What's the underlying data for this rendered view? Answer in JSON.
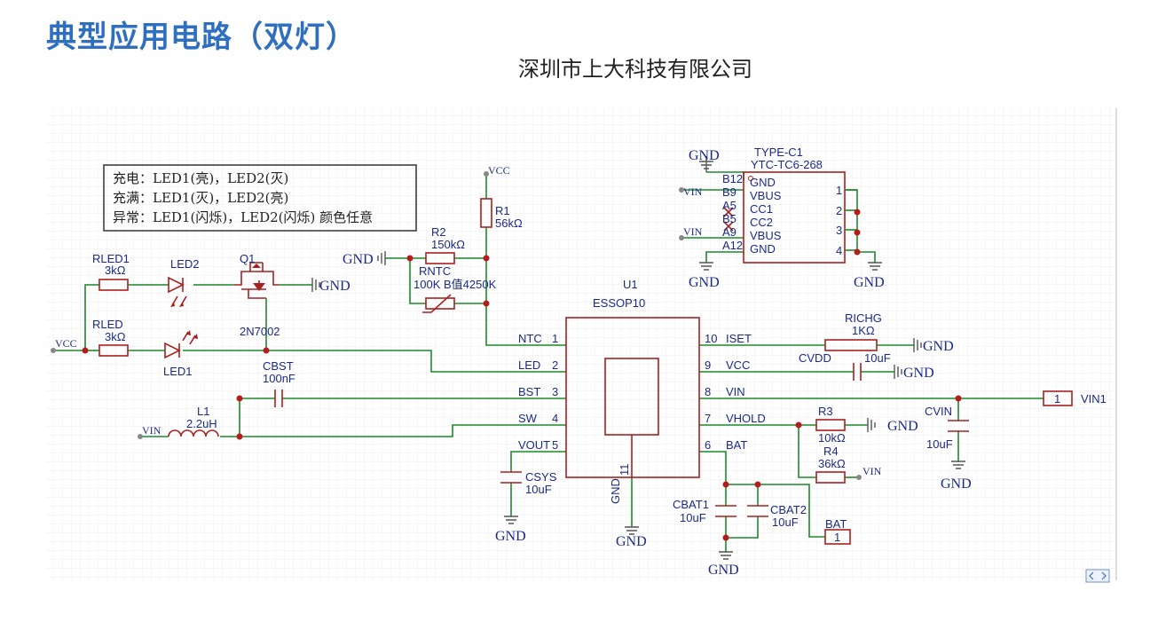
{
  "title": "典型应用电路（双灯）",
  "company": "深圳市上大科技有限公司",
  "note": {
    "line1": "充电：LED1(亮)，LED2(灭)",
    "line2": "充满：LED1(灭)，LED2(亮)",
    "line3": "异常：LED1(闪烁)，LED2(闪烁) 颜色任意"
  },
  "labels": {
    "vcc": "VCC",
    "gnd": "GND",
    "vin": "VIN",
    "rled1": "RLED1",
    "rled1_val": "3kΩ",
    "rled": "RLED",
    "rled_val": "3kΩ",
    "led2": "LED2",
    "led1": "LED1",
    "q1": "Q1",
    "q1_part": "2N7002",
    "r1": "R1",
    "r1_val": "56kΩ",
    "r2": "R2",
    "r2_val": "150kΩ",
    "rntc": "RNTC",
    "rntc_val": "100K B值4250K",
    "cbst": "CBST",
    "cbst_val": "100nF",
    "l1": "L1",
    "l1_val": "2.2uH",
    "u1": "U1",
    "u1_part": "ESSOP10",
    "csys": "CSYS",
    "csys_val": "10uF",
    "richg": "RICHG",
    "richg_val": "1KΩ",
    "cvdd": "CVDD",
    "cvdd_val": "10uF",
    "r3": "R3",
    "r3_val": "10kΩ",
    "r4": "R4",
    "r4_val": "36kΩ",
    "cvin": "CVIN",
    "cvin_val": "10uF",
    "cbat1": "CBAT1",
    "cbat1_val": "10uF",
    "cbat2": "CBAT2",
    "cbat2_val": "10uF",
    "bat": "BAT",
    "vin1": "VIN1",
    "one": "1",
    "typec": "TYPE-C1",
    "typec_part": "YTC-TC6-268"
  },
  "u1_pins_left": [
    {
      "num": "1",
      "name": "NTC"
    },
    {
      "num": "2",
      "name": "LED"
    },
    {
      "num": "3",
      "name": "BST"
    },
    {
      "num": "4",
      "name": "SW"
    },
    {
      "num": "5",
      "name": "VOUT"
    }
  ],
  "u1_pins_right": [
    {
      "num": "10",
      "name": "ISET"
    },
    {
      "num": "9",
      "name": "VCC"
    },
    {
      "num": "8",
      "name": "VIN"
    },
    {
      "num": "7",
      "name": "VHOLD"
    },
    {
      "num": "6",
      "name": "BAT"
    }
  ],
  "u1_pin_bottom": {
    "num": "11",
    "name": "GND"
  },
  "typec_pins": [
    {
      "pad": "B12",
      "name": "GND",
      "num": "1"
    },
    {
      "pad": "B9",
      "name": "VBUS",
      "num": "2"
    },
    {
      "pad": "A5",
      "name": "CC1",
      "num": "3"
    },
    {
      "pad": "B5",
      "name": "CC2",
      "num": "4"
    },
    {
      "pad": "A9",
      "name": "VBUS",
      "num": ""
    },
    {
      "pad": "A12",
      "name": "GND",
      "num": ""
    }
  ],
  "colors": {
    "wire": "#1d8a2a",
    "component": "#a82020",
    "text": "#1a2a8a",
    "title": "#2f6fbf"
  }
}
